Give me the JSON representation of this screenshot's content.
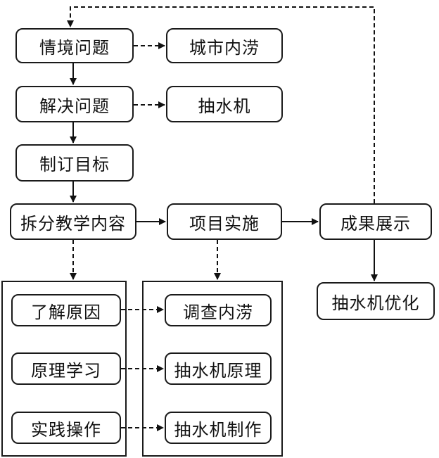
{
  "nodes": {
    "qingjing": "情境问题",
    "chengshi": "城市内涝",
    "jiejue": "解决问题",
    "choushuiji": "抽水机",
    "zhiding": "制订目标",
    "chaifen": "拆分教学内容",
    "xiangmu": "项目实施",
    "chengguo": "成果展示",
    "youhua": "抽水机优化",
    "liaojie": "了解原因",
    "diaocha": "调查内涝",
    "yuanli": "原理学习",
    "yuanli2": "抽水机原理",
    "shijian": "实践操作",
    "zhizuo": "抽水机制作"
  }
}
